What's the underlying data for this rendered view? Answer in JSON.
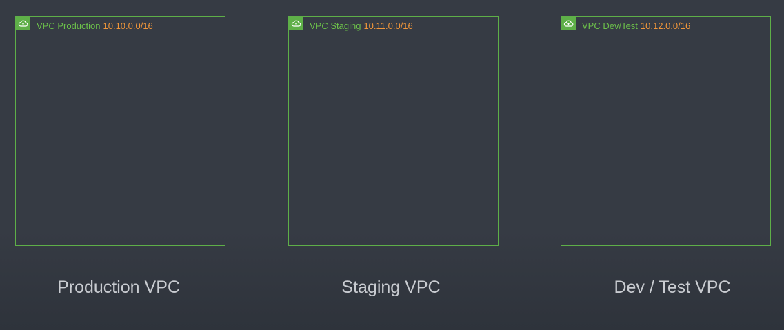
{
  "colors": {
    "background": "#363b44",
    "vpc_border": "#5eaf48",
    "vpc_label": "#6cc04a",
    "cidr_label": "#f0963a",
    "caption": "#c9ccd1"
  },
  "vpcs": [
    {
      "icon": "vpc-cloud-icon",
      "name": "VPC Production",
      "cidr": "10.10.0.0/16",
      "caption": "Production VPC"
    },
    {
      "icon": "vpc-cloud-icon",
      "name": "VPC Staging",
      "cidr": "10.11.0.0/16",
      "caption": "Staging VPC"
    },
    {
      "icon": "vpc-cloud-icon",
      "name": "VPC Dev/Test",
      "cidr": "10.12.0.0/16",
      "caption": "Dev / Test VPC"
    }
  ]
}
